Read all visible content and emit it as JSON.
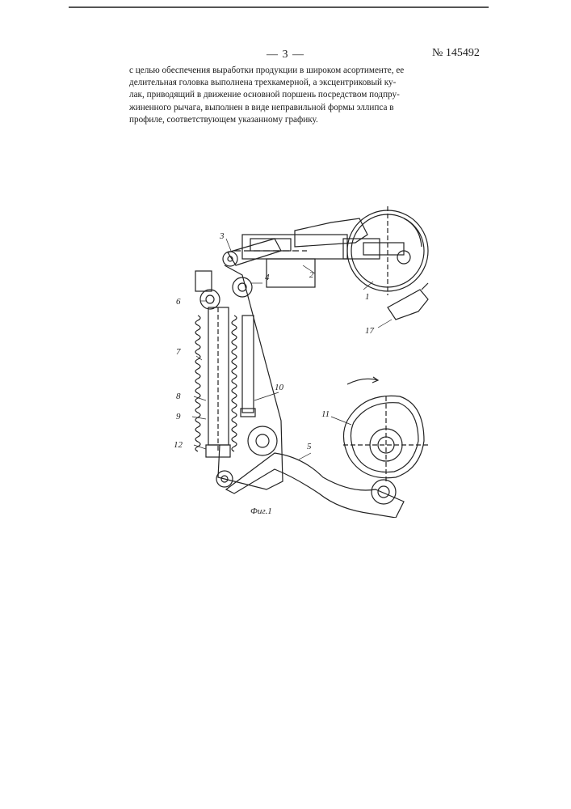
{
  "header": {
    "page_number": "— 3 —",
    "patent_number": "№ 145492"
  },
  "claim": {
    "lines": [
      "с целью обеспечения выработки продукции в широком асортименте, ее",
      "делительная головка выполнена трехкамерной, а эксцентриковый ку-",
      "лак, приводящий в движение основной поршень посредством подпру-",
      "жиненного рычага, выполнен в виде неправильной формы эллипса в",
      "профиле, соответствующем указанному графику."
    ]
  },
  "figure": {
    "caption": "Фиг.1",
    "labels": {
      "l1": "1",
      "l2": "2",
      "l3": "3",
      "l4": "4",
      "l5": "5",
      "l6": "6",
      "l7": "7",
      "l8": "8",
      "l9": "9",
      "l10": "10",
      "l11": "11",
      "l12": "12",
      "l17": "17"
    }
  }
}
